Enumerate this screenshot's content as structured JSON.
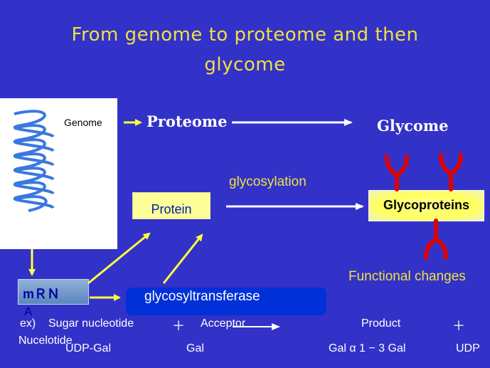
{
  "title": {
    "line1": "From genome to proteome and then",
    "line2": "glycome"
  },
  "labels": {
    "genome": "Genome",
    "proteome": "Proteome",
    "glycome": "Glycome",
    "protein": "Protein",
    "glycosylation": "glycosylation",
    "glycoproteins": "Glycoproteins",
    "functional_changes": "Functional changes",
    "mrna_line1": "mＲＮ",
    "mrna_line2": "A",
    "glycosyltransferase": "glycosyltransferase"
  },
  "reaction": {
    "example_prefix": "ex)",
    "sugar_nucleotide": "Sugar nucleotide",
    "plus1": "＋",
    "acceptor": "Acceptor",
    "product": "Product",
    "plus2": "＋",
    "nucleotide": "Nucelotide",
    "udp_gal": "UDP-Gal",
    "gal": "Gal",
    "product_value": "Gal α 1 − 3 Gal",
    "udp": "UDP"
  },
  "colors": {
    "background": "#3232c8",
    "title": "#f0e040",
    "arrow_yellow": "#ffff40",
    "arrow_white": "#ffffff",
    "helix": "#3a78e0",
    "glycan": "#e00000"
  }
}
